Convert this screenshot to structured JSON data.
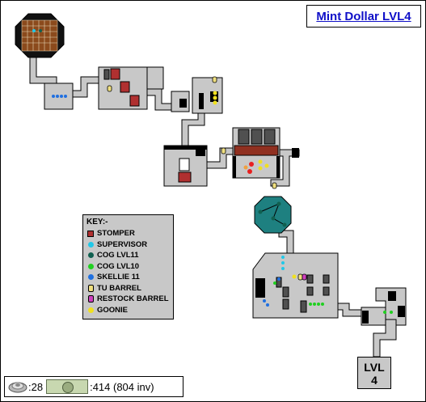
{
  "title": "Mint Dollar LVL4",
  "key": {
    "heading": "KEY:-",
    "items": [
      {
        "label": "STOMPER",
        "symbol": "square",
        "color": "#b03030"
      },
      {
        "label": "SUPERVISOR",
        "symbol": "dot",
        "color": "#20c8e8"
      },
      {
        "label": "COG LVL11",
        "symbol": "dot",
        "color": "#106050"
      },
      {
        "label": "COG LVL10",
        "symbol": "dot",
        "color": "#20d020"
      },
      {
        "label": "SKELLIE 11",
        "symbol": "dot",
        "color": "#2070e0"
      },
      {
        "label": "TU BARREL",
        "symbol": "barrel",
        "color": "#f0e080"
      },
      {
        "label": "RESTOCK BARREL",
        "symbol": "barrel",
        "color": "#d040c0"
      },
      {
        "label": "GOONIE",
        "symbol": "dot",
        "color": "#f0e020"
      }
    ]
  },
  "status": {
    "cogs": ":28",
    "money": ":414 (804  inv)"
  },
  "exit_room": {
    "line1": "LVL",
    "line2": "4"
  },
  "colors": {
    "floor": "#c8c8c8",
    "wall": "#000000",
    "lobby": "#8b4a1c",
    "elevator": "#1e8080",
    "stomper": "#b03030",
    "title_link": "#1010c8"
  }
}
